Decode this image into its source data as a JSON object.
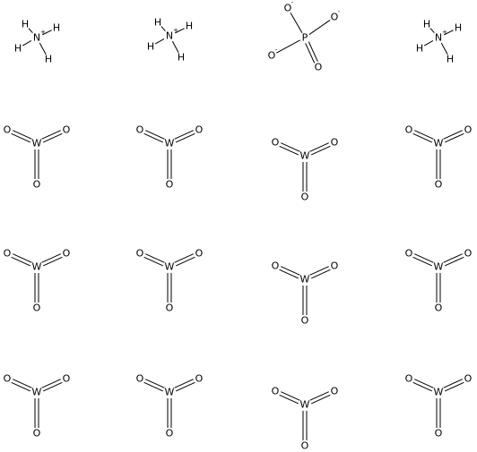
{
  "structure": {
    "ammonium": {
      "atoms": {
        "center": "N",
        "ligand": "H",
        "charge": "+"
      }
    },
    "phosphate": {
      "atoms": {
        "center": "P",
        "ligand": "O",
        "charge": "-"
      }
    },
    "tungsten_trioxide": {
      "atoms": {
        "center": "W",
        "ligand": "O"
      }
    }
  },
  "bond_color": "#000000",
  "label_color": "#000000",
  "background": "#ffffff"
}
